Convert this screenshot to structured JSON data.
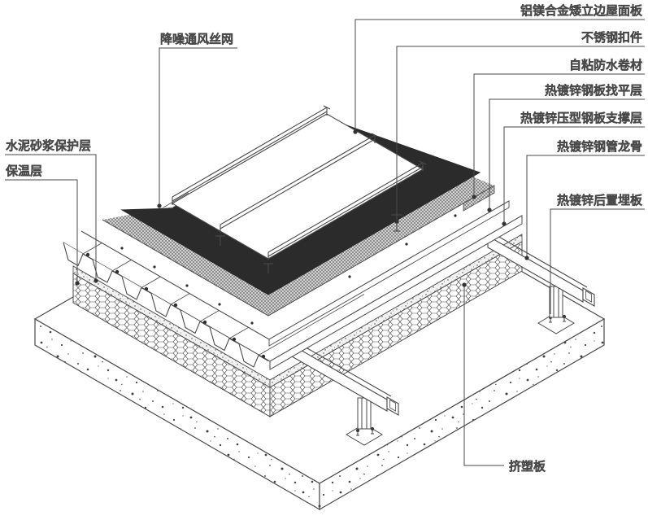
{
  "diagram": {
    "type": "roof-construction-detail-axonometric",
    "background_color": "#ffffff",
    "line_color": "#4a4a4a",
    "text_color": "#4d4d4d",
    "black_layer_color": "#2b2b2b",
    "labels": {
      "roof_panel": "铝镁合金矮立边屋面板",
      "ss_clip": "不锈钢扣件",
      "waterproof": "自粘防水卷材",
      "leveling": "热镀锌钢板找平层",
      "deck": "热镀锌压型钢板支撑层",
      "keel": "热镀锌钢管龙骨",
      "embed_plate": "热镀锌后置埋板",
      "vent_mesh": "降噪通风丝网",
      "mortar": "水泥砂浆保护层",
      "insulation": "保温层",
      "xps": "挤塑板"
    }
  }
}
